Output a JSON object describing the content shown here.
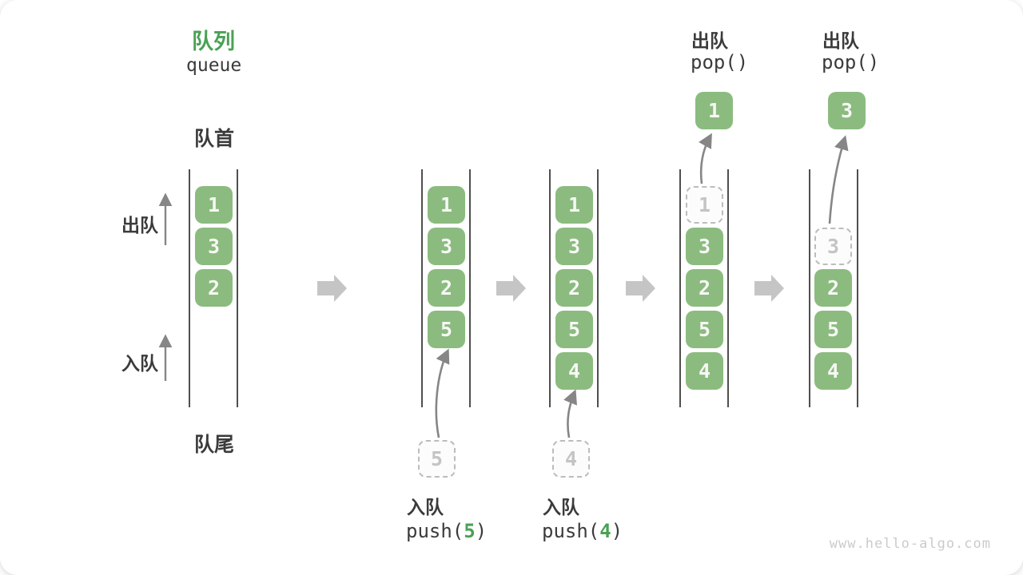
{
  "title": {
    "zh": "队列",
    "en": "queue"
  },
  "side_labels": {
    "front": "队首",
    "rear": "队尾",
    "dequeue": "出队",
    "enqueue": "入队"
  },
  "queues": [
    {
      "slots": [
        {
          "value": "1"
        },
        {
          "value": "3"
        },
        {
          "value": "2"
        }
      ]
    },
    {
      "slots": [
        {
          "value": "1"
        },
        {
          "value": "3"
        },
        {
          "value": "2"
        },
        {
          "value": "5"
        }
      ],
      "incoming": {
        "value": "5"
      }
    },
    {
      "slots": [
        {
          "value": "1"
        },
        {
          "value": "3"
        },
        {
          "value": "2"
        },
        {
          "value": "5"
        },
        {
          "value": "4"
        }
      ],
      "incoming": {
        "value": "4"
      }
    },
    {
      "slots": [
        {
          "value": "1",
          "removed": true
        },
        {
          "value": "3"
        },
        {
          "value": "2"
        },
        {
          "value": "5"
        },
        {
          "value": "4"
        }
      ],
      "popped": {
        "value": "1"
      }
    },
    {
      "slots": [
        {
          "value": "3",
          "removed": true
        },
        {
          "value": "2"
        },
        {
          "value": "5"
        },
        {
          "value": "4"
        }
      ],
      "popped": {
        "value": "3"
      }
    }
  ],
  "operations": {
    "pop_1": {
      "label": "出队",
      "code": "pop()"
    },
    "pop_2": {
      "label": "出队",
      "code": "pop()"
    },
    "push_1": {
      "label": "入队",
      "code_prefix": "push(",
      "arg": "5",
      "code_suffix": ")"
    },
    "push_2": {
      "label": "入队",
      "code_prefix": "push(",
      "arg": "4",
      "code_suffix": ")"
    }
  },
  "watermark": "www.hello-algo.com",
  "colors": {
    "box_green": "#8cbb80",
    "accent_green": "#4aa155",
    "text_dark": "#3b3b3b",
    "block_arrow_gray": "#c5c5c5",
    "thin_arrow_gray": "#868686",
    "wall_gray": "#4f4f4f",
    "dashed_gray": "#bcbcbc"
  }
}
